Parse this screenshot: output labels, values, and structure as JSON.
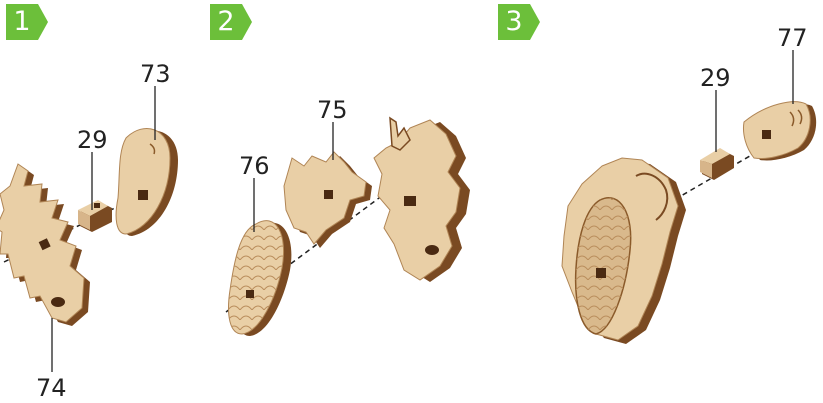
{
  "colors": {
    "badge": "#6cbf3a",
    "wood_face": "#e9cfa6",
    "wood_edge": "#7a4a22",
    "wood_dark": "#4a2a12",
    "line": "#222222"
  },
  "steps": [
    {
      "number": "1",
      "parts": [
        {
          "label": "73"
        },
        {
          "label": "29"
        },
        {
          "label": "74"
        }
      ]
    },
    {
      "number": "2",
      "parts": [
        {
          "label": "75"
        },
        {
          "label": "76"
        }
      ]
    },
    {
      "number": "3",
      "parts": [
        {
          "label": "77"
        },
        {
          "label": "29"
        }
      ]
    }
  ]
}
